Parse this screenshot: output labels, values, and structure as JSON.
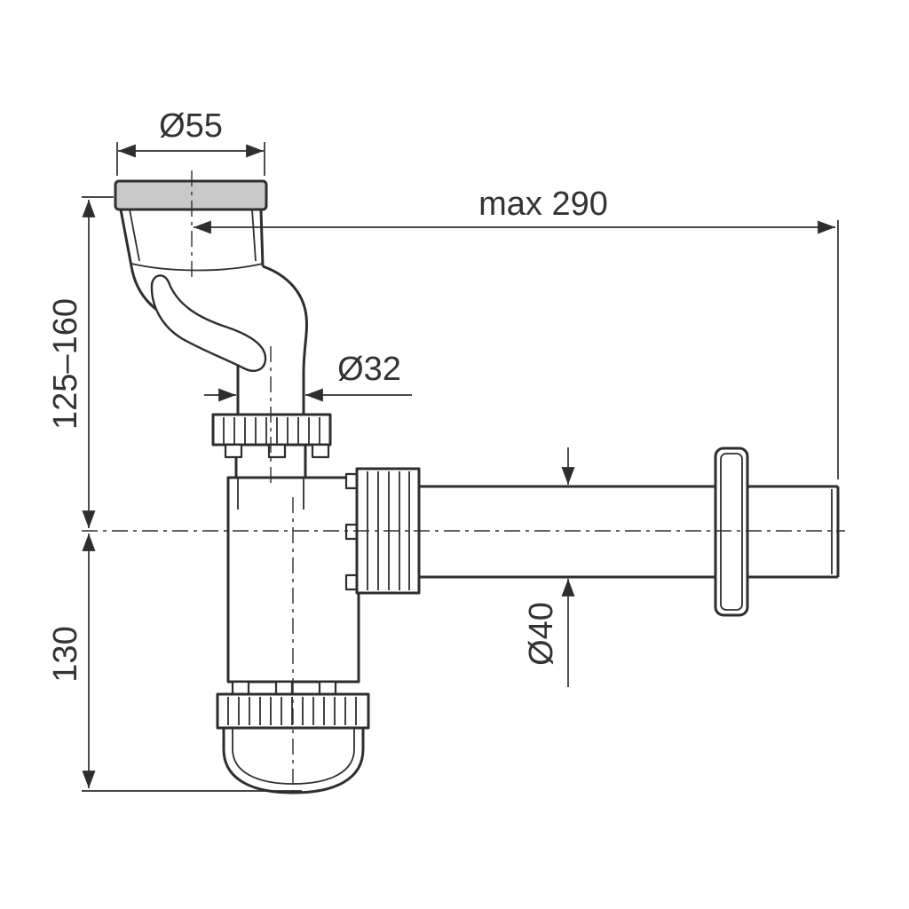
{
  "diagram": {
    "dimensions": {
      "inlet_diameter": "Ø55",
      "outlet_max_length": "max 290",
      "inlet_height_range": "125–160",
      "inlet_pipe_diameter": "Ø32",
      "outlet_pipe_diameter": "Ø40",
      "trap_depth": "130"
    },
    "colors": {
      "line": "#2e2e2e",
      "text": "#333333",
      "gasket_fill": "#c9c9c9",
      "background": "#ffffff"
    }
  }
}
